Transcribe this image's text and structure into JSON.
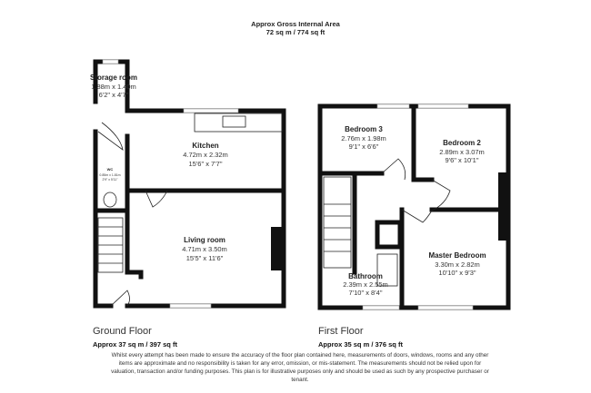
{
  "header": {
    "title": "Approx Gross Internal Area",
    "area": "72 sq m / 774 sq ft"
  },
  "ground_floor": {
    "label": "Ground Floor",
    "area": "Approx 37 sq m / 397 sq ft",
    "rooms": [
      {
        "name": "Storage room",
        "metric": "1.88m x 1.40m",
        "imperial": "6'2\" x 4'7\""
      },
      {
        "name": "Kitchen",
        "metric": "4.72m x 2.32m",
        "imperial": "15'6\" x 7'7\""
      },
      {
        "name": "WC",
        "metric": "0.85m x 1.81m",
        "imperial": "2'9\" x 5'11\""
      },
      {
        "name": "Living room",
        "metric": "4.71m x 3.50m",
        "imperial": "15'5\" x 11'6\""
      }
    ]
  },
  "first_floor": {
    "label": "First Floor",
    "area": "Approx 35 sq m / 376 sq ft",
    "rooms": [
      {
        "name": "Bedroom 3",
        "metric": "2.76m x 1.98m",
        "imperial": "9'1\" x 6'6\""
      },
      {
        "name": "Bedroom 2",
        "metric": "2.89m x 3.07m",
        "imperial": "9'6\" x 10'1\""
      },
      {
        "name": "Master Bedroom",
        "metric": "3.30m x 2.82m",
        "imperial": "10'10\" x 9'3\""
      },
      {
        "name": "Bathroom",
        "metric": "2.39m x 2.55m",
        "imperial": "7'10\" x 8'4\""
      }
    ]
  },
  "disclaimer": "Whilst every attempt has been made to ensure the accuracy of the floor plan contained here, measurements of doors, windows, rooms and any other items are approximate and no responsibility is taken for any error, omission, or mis-statement. The measurements should not be relied upon for valuation, transaction and/or funding purposes. This plan is for illustrative purposes only and should be used as such by any prospective purchaser or tenant.",
  "colors": {
    "walls": "#111111",
    "text": "#222222"
  }
}
